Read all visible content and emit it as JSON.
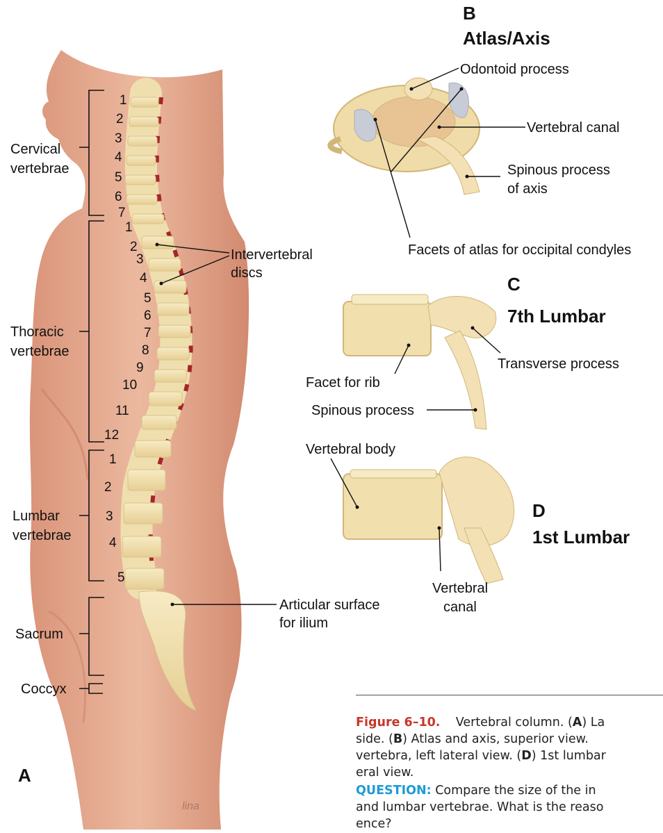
{
  "figure_a": {
    "letter": "A",
    "regions": [
      {
        "label": [
          "Cervical",
          "vertebrae"
        ]
      },
      {
        "label": [
          "Thoracic",
          "vertebrae"
        ]
      },
      {
        "label": [
          "Lumbar",
          "vertebrae"
        ]
      },
      {
        "label": [
          "Sacrum"
        ]
      },
      {
        "label": [
          "Coccyx"
        ]
      }
    ],
    "cervical_numbers": [
      "1",
      "2",
      "3",
      "4",
      "5",
      "6",
      "7"
    ],
    "thoracic_numbers": [
      "1",
      "2",
      "3",
      "4",
      "5",
      "6",
      "7",
      "8",
      "9",
      "10",
      "11",
      "12"
    ],
    "lumbar_numbers": [
      "1",
      "2",
      "3",
      "4",
      "5"
    ],
    "intervertebral_label": [
      "Intervertebral",
      "discs"
    ],
    "articular_label": [
      "Articular surface",
      "for ilium"
    ]
  },
  "figure_b": {
    "letter": "B",
    "title": "Atlas/Axis",
    "odontoid": "Odontoid process",
    "canal": "Vertebral canal",
    "spinous": [
      "Spinous process",
      "of axis"
    ],
    "facets": "Facets of atlas for occipital condyles"
  },
  "figure_c": {
    "letter": "C",
    "title": "7th Lumbar",
    "facet_rib": "Facet for rib",
    "transverse": "Transverse process",
    "spinous": "Spinous process"
  },
  "figure_d": {
    "letter": "D",
    "title": "1st Lumbar",
    "body": "Vertebral body",
    "canal": [
      "Vertebral",
      "canal"
    ]
  },
  "caption": {
    "figure_label": "Figure 6–10.",
    "line1_pre": "Vertebral column. (",
    "line1_A": "A",
    "line1_post": ") La",
    "line2_pre": "side. (",
    "line2_B": "B",
    "line2_post": ") Atlas and axis, superior view.",
    "line3_pre": "vertebra, left lateral view. (",
    "line3_D": "D",
    "line3_post": ") 1st lumbar",
    "line4": "eral view.",
    "question_label": "QUESTION:",
    "line5_post": "Compare the size of the in",
    "line6": "and lumbar vertebrae. What is the reaso",
    "line7": "ence?"
  },
  "colors": {
    "skin": "#e3a88d",
    "bone": "#f3e2b0",
    "disc": "#d9dde4",
    "cord": "#a3262a",
    "figure_label": "#c8362b",
    "question_label": "#1d9ad6"
  }
}
